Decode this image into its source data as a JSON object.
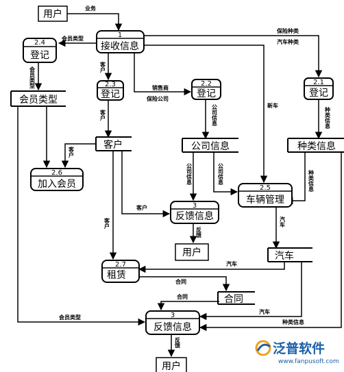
{
  "entities": {
    "user_top": "用户",
    "user_fb1": "用户",
    "user_bottom": "用户"
  },
  "processes": {
    "p1": {
      "num": "1",
      "label": "接收信息"
    },
    "p24": {
      "num": "2.4",
      "label": "登记"
    },
    "p23": {
      "num": "2.3",
      "label": "登记"
    },
    "p22": {
      "num": "2.2",
      "label": "登记"
    },
    "p21": {
      "num": "2.1",
      "label": "登记"
    },
    "p26": {
      "num": "2.6",
      "label": "加入会员"
    },
    "p25": {
      "num": "2.5",
      "label": "车辆管理"
    },
    "p3a": {
      "num": "3",
      "label": "反馈信息"
    },
    "p27": {
      "num": "2.7",
      "label": "租赁"
    },
    "p3b": {
      "num": "3",
      "label": "反馈信息"
    }
  },
  "stores": {
    "member_type": "会员类型",
    "customer": "客户",
    "company_info": "公司信息",
    "category_info": "种类信息",
    "car": "汽车",
    "contract": "合同"
  },
  "flows": {
    "business": "业务",
    "member_type_a": "会员类型",
    "member_type_b": "会员类型",
    "member_type_c": "会员类型",
    "insurance_type": "保险种类",
    "car_type": "汽车种类",
    "customer_a": "客户",
    "customer_b": "客户",
    "customer_c": "客户",
    "customer_d": "客户",
    "customer_e": "客户",
    "dealer": "销售商",
    "insurer": "保险公司",
    "company_info_a": "公司信息",
    "company_info_b": "公司信息",
    "company_info_c": "公司信息",
    "new_car": "新车",
    "category_info_a": "种类信息",
    "category_info_b": "种类信息",
    "category_info_c": "种类信息",
    "car_a": "汽车",
    "car_b": "汽车",
    "car_c": "汽车",
    "feedback_a": "反馈",
    "feedback_b": "反馈",
    "contract_a": "合同",
    "contract_b": "合同"
  },
  "watermark": {
    "brand": "泛普软件",
    "url": "www.fanpusoft.com"
  }
}
